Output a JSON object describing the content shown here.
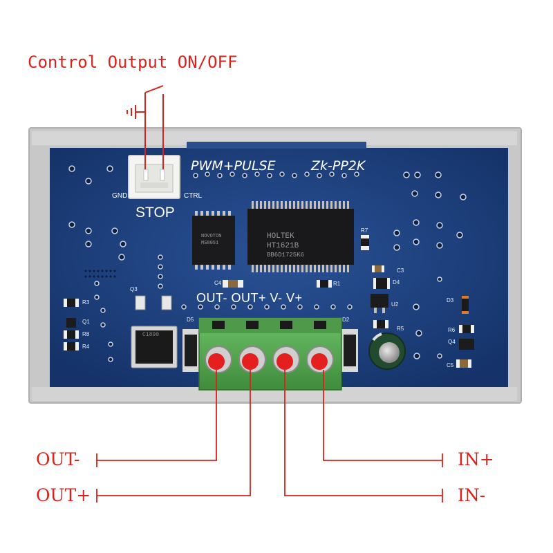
{
  "title": "Control Output ON/OFF",
  "board": {
    "model_left": "PWM+PULSE",
    "model_right": "Zk-PP2K",
    "stop_label": "STOP",
    "gnd_label": "GND",
    "ctrl_label": "CTRL",
    "terminal_labels": "OUT- OUT+ V- V+",
    "main_chip_lines": [
      "HOLTEK",
      "HT1621B",
      "BB6D1725K6"
    ],
    "small_chip_lines": [
      "NOVOTON",
      "MS8051"
    ],
    "transistor_text": "C1890",
    "refs": [
      "Q3",
      "R3",
      "Q1",
      "R8",
      "R4",
      "C4",
      "R1",
      "R7",
      "C3",
      "D4",
      "U2",
      "R5",
      "D3",
      "R6",
      "Q4",
      "C5",
      "D5",
      "D2"
    ]
  },
  "callouts": {
    "out_minus": "OUT-",
    "out_plus": "OUT+",
    "in_plus": "IN+",
    "in_minus": "IN-"
  },
  "colors": {
    "callout_red": "#d9221c",
    "pcb_blue": "#1c3e7a",
    "terminal_green": "#57a653",
    "housing_gray": "#c9c9c9"
  }
}
